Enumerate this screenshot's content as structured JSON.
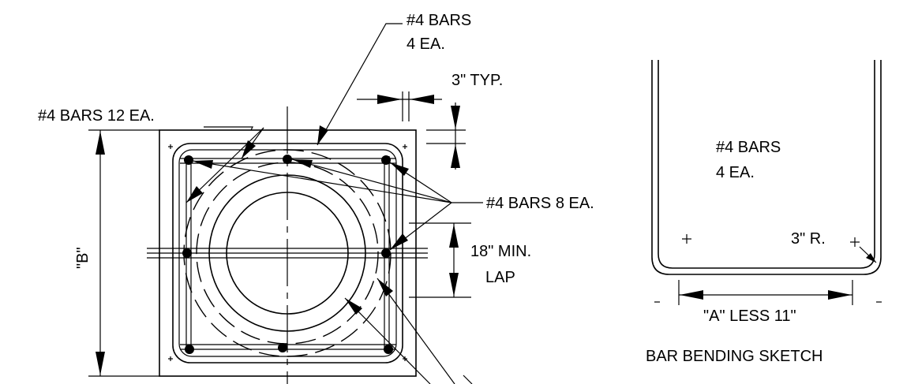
{
  "section_detail": {
    "callout_top": [
      "#4 BARS",
      "4 EA."
    ],
    "callout_left": "#4 BARS 12 EA.",
    "callout_right": "#4 BARS 8 EA.",
    "dim_typ": "3\" TYP.",
    "dim_lap": [
      "18\" MIN.",
      "LAP"
    ],
    "dim_b": "\"B\""
  },
  "bending_sketch": {
    "bar_label": [
      "#4 BARS",
      "4 EA."
    ],
    "radius_label": "3\" R.",
    "length_label": "\"A\" LESS 11\"",
    "title": "BAR BENDING SKETCH"
  }
}
